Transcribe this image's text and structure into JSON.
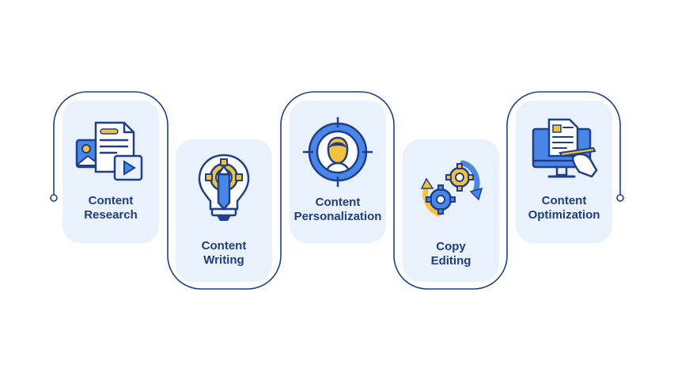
{
  "colors": {
    "line": "#1f3f87",
    "card": "#e9f1fc",
    "blue": "#4a86e8",
    "yellow": "#f2c23e",
    "text": "#1d3d7c"
  },
  "steps": [
    {
      "line1": "Content",
      "line2": "Research",
      "icon": "research-icon"
    },
    {
      "line1": "Content",
      "line2": "Writing",
      "icon": "lightbulb-pencil-icon"
    },
    {
      "line1": "Content",
      "line2": "Personalization",
      "icon": "target-user-icon"
    },
    {
      "line1": "Copy",
      "line2": "Editing",
      "icon": "gears-cycle-icon"
    },
    {
      "line1": "Content",
      "line2": "Optimization",
      "icon": "monitor-document-icon"
    }
  ]
}
